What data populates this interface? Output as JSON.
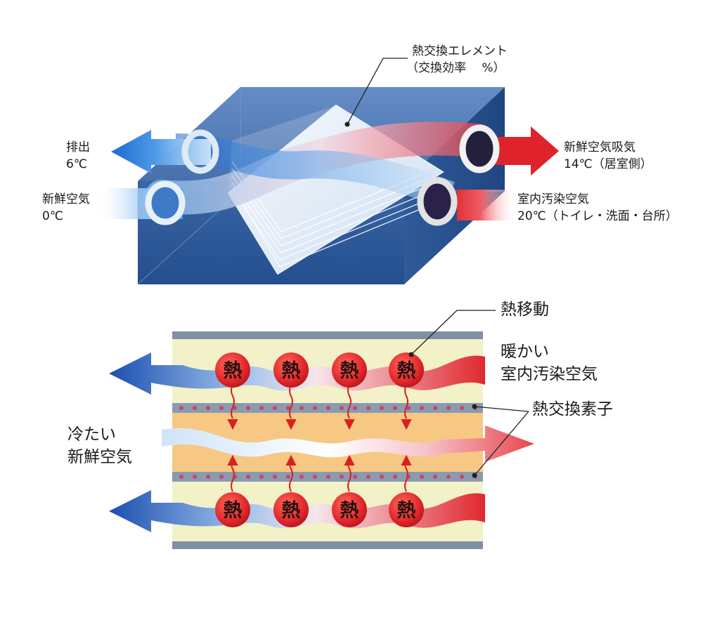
{
  "top": {
    "element_title": "熱交換エレメント",
    "element_sub": "（交換効率　 %）",
    "exhaust_name": "排出",
    "exhaust_temp": "6℃",
    "fresh_name": "新鮮空気",
    "fresh_temp": "0℃",
    "supply_name": "新鮮空気吸気",
    "supply_temp": "14℃（居室側）",
    "indoor_name": "室内汚染空気",
    "indoor_temp": "20℃（トイレ・洗面・台所）"
  },
  "bottom": {
    "heat_move": "熱移動",
    "warm_line1": "暖かい",
    "warm_line2": "室内汚染空気",
    "element": "熱交換素子",
    "cold_line1": "冷たい",
    "cold_line2": "新鮮空気",
    "heat_char": "熱"
  },
  "colors": {
    "blue": "#1f5fc0",
    "red": "#e0322e",
    "box": "#2f5d9a",
    "panel": "#f2f1c8",
    "band": "#f7c884",
    "plate": "#8a9ab0"
  }
}
